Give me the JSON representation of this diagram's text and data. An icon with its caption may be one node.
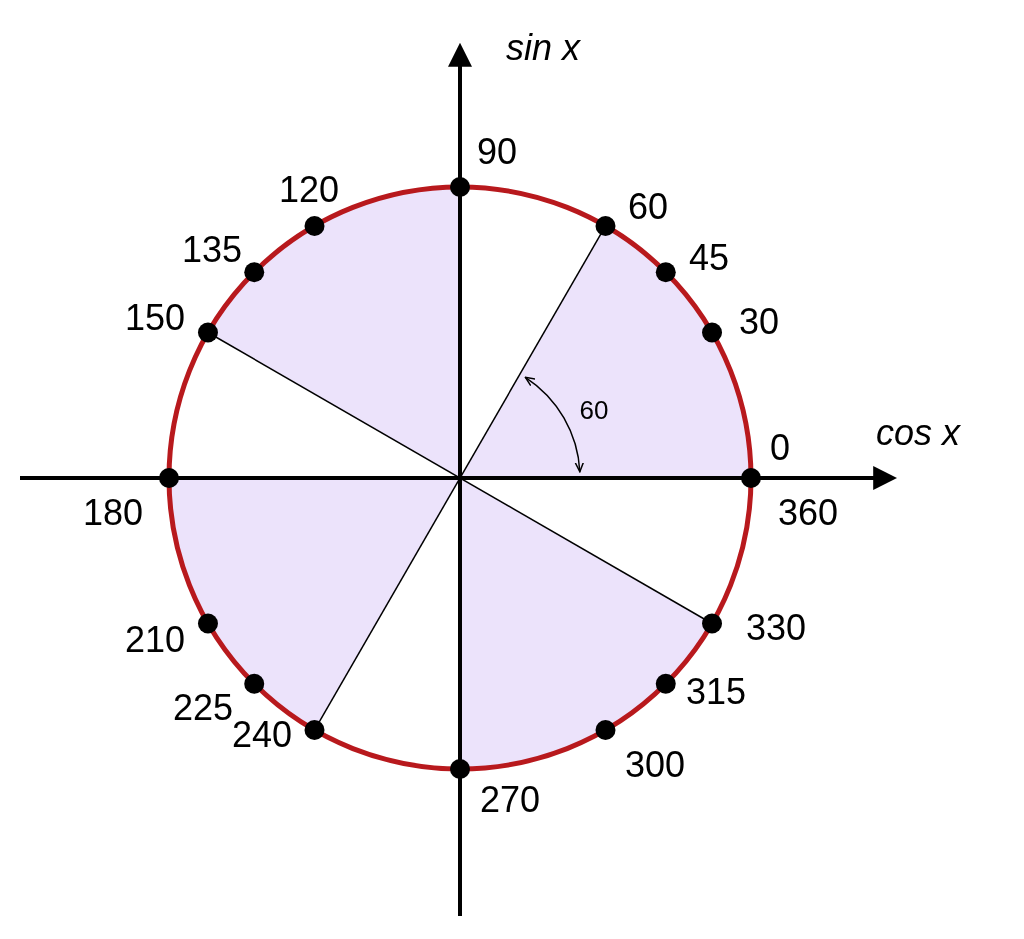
{
  "diagram": {
    "labels": [
      "sin x",
      "90",
      "120",
      "60",
      "45",
      "135",
      "150",
      "30",
      "60",
      "cos x",
      "0",
      "180",
      "360",
      "330",
      "210",
      "315",
      "225",
      "300",
      "240",
      "270"
    ]
  }
}
